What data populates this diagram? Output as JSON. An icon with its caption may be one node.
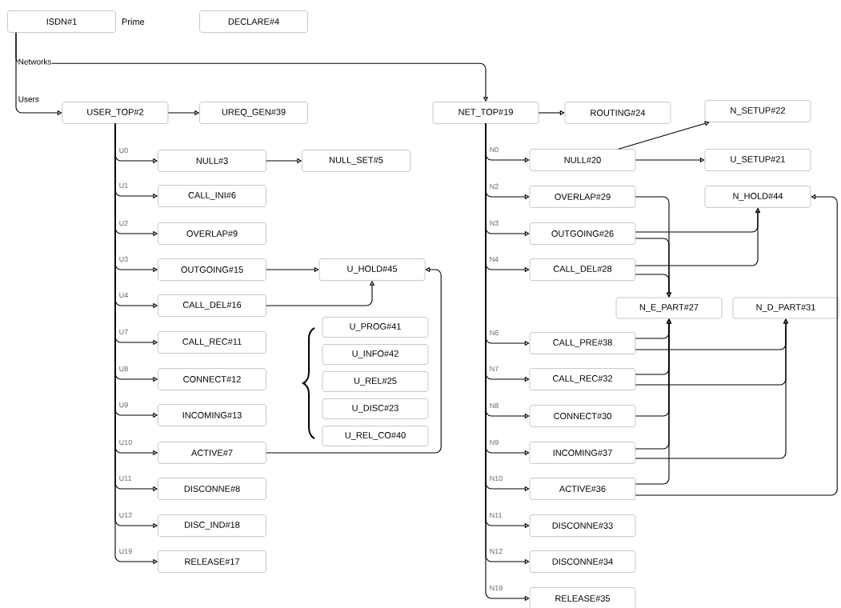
{
  "diagram": {
    "nodes": [
      {
        "text": [
          "ISDN#1"
        ],
        "beside": [
          "Prime"
        ]
      },
      {
        "text": [
          "DECLARE#4"
        ]
      },
      {
        "text": [
          "USER_TOP#2"
        ]
      },
      {
        "text": [
          "UREQ_GEN#39"
        ]
      },
      {
        "text": [
          "NULL#3"
        ]
      },
      {
        "text": [
          "NULL_SET#5"
        ]
      },
      {
        "text": [
          "CALL_INI#6"
        ]
      },
      {
        "text": [
          "OVERLAP#9"
        ]
      },
      {
        "text": [
          "OUTGOING#15"
        ]
      },
      {
        "text": [
          "U_HOLD#45"
        ]
      },
      {
        "text": [
          "CALL_DEL#16"
        ]
      },
      {
        "text": [
          "CALL_REC#11"
        ]
      },
      {
        "text": [
          "CONNECT#12"
        ]
      },
      {
        "text": [
          "INCOMING#13"
        ]
      },
      {
        "text": [
          "ACTIVE#7"
        ]
      },
      {
        "text": [
          "DISCONNE#8"
        ]
      },
      {
        "text": [
          "DISC_IND#18"
        ]
      },
      {
        "text": [
          "RELEASE#17"
        ]
      },
      {
        "text": [
          "U_PROG#41"
        ]
      },
      {
        "text": [
          "U_INFO#42"
        ]
      },
      {
        "text": [
          "U_REL#25"
        ]
      },
      {
        "text": [
          "U_DISC#23"
        ]
      },
      {
        "text": [
          "U_REL_CO#40"
        ]
      },
      {
        "text": [
          "NET_TOP#19"
        ]
      },
      {
        "text": [
          "ROUTING#24"
        ]
      },
      {
        "text": [
          "N_SETUP#22"
        ]
      },
      {
        "text": [
          "NULL#20"
        ]
      },
      {
        "text": [
          "U_SETUP#21"
        ]
      },
      {
        "text": [
          "OVERLAP#29"
        ]
      },
      {
        "text": [
          "N_HOLD#44"
        ]
      },
      {
        "text": [
          "OUTGOING#26"
        ]
      },
      {
        "text": [
          "CALL_DEL#28"
        ]
      },
      {
        "text": [
          "N_E_PART#27"
        ]
      },
      {
        "text": [
          "N_D_PART#31"
        ]
      },
      {
        "text": [
          "CALL_PRE#38"
        ]
      },
      {
        "text": [
          "CALL_REC#32"
        ]
      },
      {
        "text": [
          "CONNECT#30"
        ]
      },
      {
        "text": [
          "INCOMING#37"
        ]
      },
      {
        "text": [
          "ACTIVE#36"
        ]
      },
      {
        "text": [
          "DISCONNE#33"
        ]
      },
      {
        "text": [
          "DISCONNE#34"
        ]
      },
      {
        "text": [
          "RELEASE#35"
        ]
      }
    ],
    "edges": [
      {
        "from": 0,
        "to": 2,
        "arrow": "to",
        "label": "Users"
      },
      {
        "from": 0,
        "to": 23,
        "arrow": "to",
        "label": "Networks"
      },
      {
        "from": 2,
        "to": 3,
        "arrow": "to"
      },
      {
        "from": 2,
        "to": 4,
        "arrow": "to",
        "label": "U0"
      },
      {
        "from": 2,
        "to": 6,
        "arrow": "to",
        "label": "U1"
      },
      {
        "from": 2,
        "to": 7,
        "arrow": "to",
        "label": "U2"
      },
      {
        "from": 2,
        "to": 8,
        "arrow": "to",
        "label": "U3"
      },
      {
        "from": 2,
        "to": 10,
        "arrow": "to",
        "label": "U4"
      },
      {
        "from": 2,
        "to": 11,
        "arrow": "to",
        "label": "U7"
      },
      {
        "from": 2,
        "to": 12,
        "arrow": "to",
        "label": "U8"
      },
      {
        "from": 2,
        "to": 13,
        "arrow": "to",
        "label": "U9"
      },
      {
        "from": 2,
        "to": 14,
        "arrow": "to",
        "label": "U10"
      },
      {
        "from": 2,
        "to": 15,
        "arrow": "to",
        "label": "U11"
      },
      {
        "from": 2,
        "to": 16,
        "arrow": "to",
        "label": "U12"
      },
      {
        "from": 2,
        "to": 17,
        "arrow": "to",
        "label": "U19"
      },
      {
        "from": 4,
        "to": 5,
        "arrow": "to"
      },
      {
        "from": 8,
        "to": 9,
        "arrow": "to"
      },
      {
        "from": 10,
        "to": 9,
        "arrow": "to"
      },
      {
        "from": 14,
        "to": 9,
        "arrow": "to"
      },
      {
        "from": 23,
        "to": 24,
        "arrow": "to"
      },
      {
        "from": 23,
        "to": 26,
        "arrow": "to",
        "label": "N0"
      },
      {
        "from": 23,
        "to": 28,
        "arrow": "to",
        "label": "N2"
      },
      {
        "from": 23,
        "to": 30,
        "arrow": "to",
        "label": "N3"
      },
      {
        "from": 23,
        "to": 31,
        "arrow": "to",
        "label": "N4"
      },
      {
        "from": 23,
        "to": 34,
        "arrow": "to",
        "label": "N6"
      },
      {
        "from": 23,
        "to": 35,
        "arrow": "to",
        "label": "N7"
      },
      {
        "from": 23,
        "to": 36,
        "arrow": "to",
        "label": "N8"
      },
      {
        "from": 23,
        "to": 37,
        "arrow": "to",
        "label": "N9"
      },
      {
        "from": 23,
        "to": 38,
        "arrow": "to",
        "label": "N10"
      },
      {
        "from": 23,
        "to": 39,
        "arrow": "to",
        "label": "N11"
      },
      {
        "from": 23,
        "to": 40,
        "arrow": "to",
        "label": "N12"
      },
      {
        "from": 23,
        "to": 41,
        "arrow": "to",
        "label": "N19"
      },
      {
        "from": 26,
        "to": 25,
        "arrow": "to"
      },
      {
        "from": 26,
        "to": 27,
        "arrow": "to"
      },
      {
        "from": 28,
        "to": 32,
        "arrow": "to"
      },
      {
        "from": 30,
        "to": 29,
        "arrow": "to"
      },
      {
        "from": 30,
        "to": 32,
        "arrow": "to"
      },
      {
        "from": 31,
        "to": 29,
        "arrow": "to"
      },
      {
        "from": 31,
        "to": 32,
        "arrow": "to"
      },
      {
        "from": 34,
        "to": 32,
        "arrow": "to"
      },
      {
        "from": 34,
        "to": 33,
        "arrow": "to"
      },
      {
        "from": 35,
        "to": 32,
        "arrow": "to"
      },
      {
        "from": 35,
        "to": 33,
        "arrow": "to"
      },
      {
        "from": 36,
        "to": 32,
        "arrow": "to"
      },
      {
        "from": 37,
        "to": 32,
        "arrow": "to"
      },
      {
        "from": 37,
        "to": 33,
        "arrow": "to"
      },
      {
        "from": 38,
        "to": 32,
        "arrow": "to"
      },
      {
        "from": 38,
        "to": 29,
        "arrow": "to"
      }
    ]
  }
}
